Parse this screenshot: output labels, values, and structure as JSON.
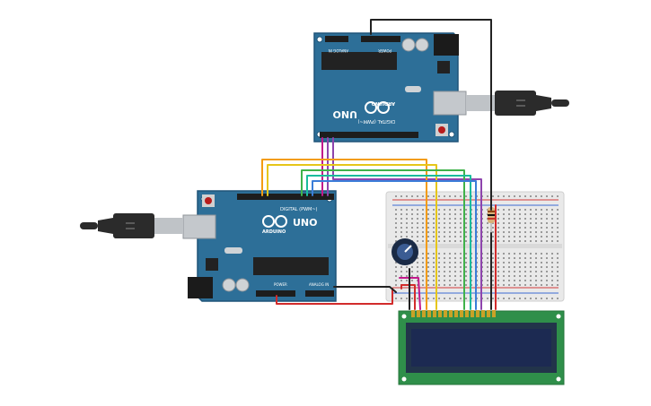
{
  "colors": {
    "board": "#2d6f98",
    "board_edge": "#1f5478",
    "header": "#1d1d1d",
    "breadboard": "#e9e9e9",
    "lcd_pcb": "#2f8f4a",
    "lcd_screen": "#1c2a52",
    "usb_cable": "#2b2b2b",
    "wire_orange": "#f39c12",
    "wire_yellow": "#e6c619",
    "wire_green": "#3fb24a",
    "wire_cyan": "#1abc9c",
    "wire_blue": "#3b7dd8",
    "wire_purple": "#8e44ad",
    "wire_magenta": "#c2188b",
    "wire_red": "#d22b2b",
    "wire_black": "#222222"
  },
  "boards": {
    "top": {
      "brand": "ARDUINO",
      "model": "UNO",
      "digital_label": "DIGITAL (PWM~)",
      "analog_label": "ANALOG IN",
      "power_label": "POWER",
      "icon": "arduino-infinity-icon"
    },
    "bottom": {
      "brand": "ARDUINO",
      "model": "UNO",
      "digital_label": "DIGITAL (PWM~)",
      "analog_label": "ANALOG IN",
      "power_label": "POWER",
      "icon": "arduino-infinity-icon"
    }
  },
  "icons": {
    "usb": "usb-icon",
    "potentiometer": "potentiometer-icon",
    "resistor": "resistor-icon"
  }
}
